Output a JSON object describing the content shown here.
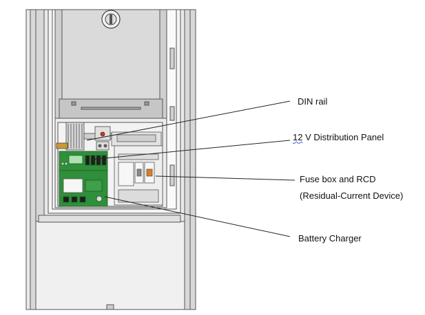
{
  "callouts": {
    "din_rail": "DIN rail",
    "distribution_panel_prefix": "12",
    "distribution_panel_rest": " V Distribution Panel",
    "fuse_box_line1": "Fuse box and RCD",
    "fuse_box_line2": "(Residual-Current Device)",
    "battery_charger": "Battery Charger"
  },
  "colors": {
    "cabinet_fill": "#e6e6e6",
    "cabinet_outline": "#555555",
    "pcb_green": "#2f8f3a",
    "leader_line": "#222222"
  }
}
